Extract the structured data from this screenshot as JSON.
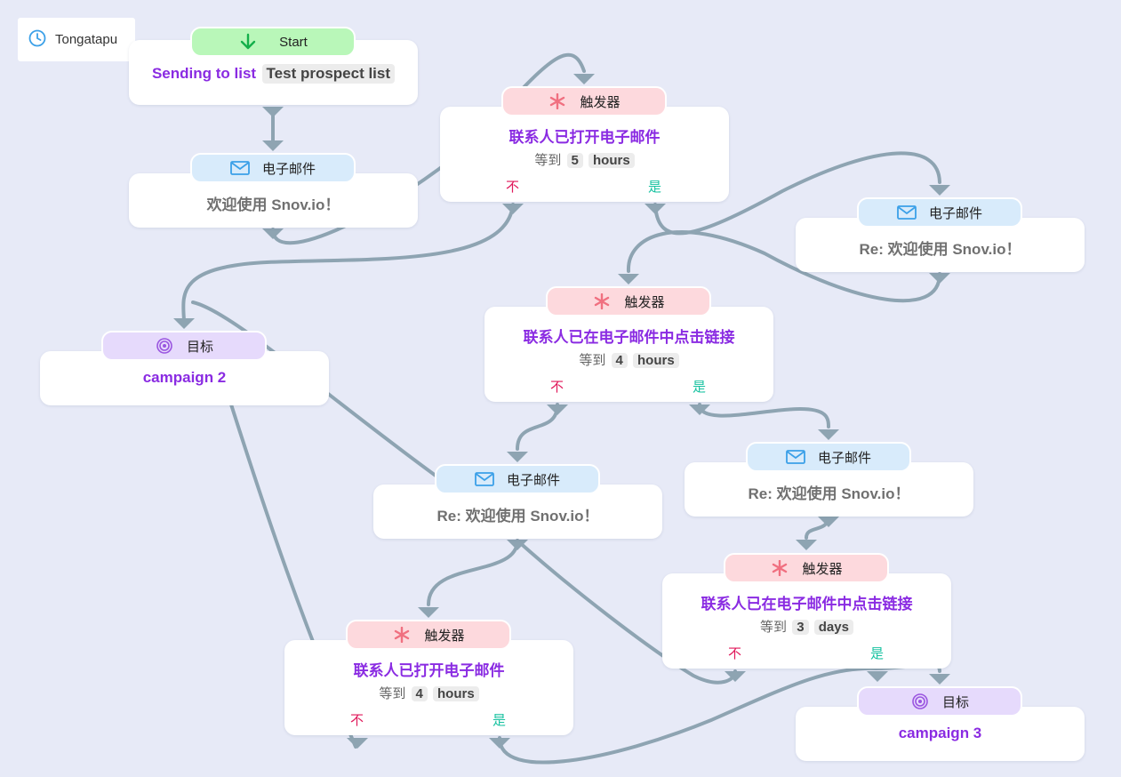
{
  "timezone": "Tongatapu",
  "colors": {
    "background": "#e7eaf7",
    "connector": "#8ea4b2",
    "start_pill": "#b9f7b9",
    "email_pill": "#d8ebfb",
    "trigger_pill": "#fdd9dd",
    "goal_pill": "#e6dafc",
    "accent_purple": "#8a2be2",
    "no_label": "#e0185a",
    "yes_label": "#17c2a0"
  },
  "start": {
    "label": "Start",
    "prefix": "Sending to list",
    "list_name": "Test prospect list"
  },
  "nodes": {
    "email1": {
      "type_label": "电子邮件",
      "subject": "欢迎使用 Snov.io！"
    },
    "trigger1": {
      "type_label": "触发器",
      "condition": "联系人已打开电子邮件",
      "wait_prefix": "等到",
      "wait_value": "5",
      "wait_unit": "hours",
      "no": "不",
      "yes": "是"
    },
    "email2": {
      "type_label": "电子邮件",
      "subject": "Re: 欢迎使用 Snov.io！"
    },
    "goal1": {
      "type_label": "目标",
      "name": "campaign 2"
    },
    "trigger2": {
      "type_label": "触发器",
      "condition": "联系人已在电子邮件中点击链接",
      "wait_prefix": "等到",
      "wait_value": "4",
      "wait_unit": "hours",
      "no": "不",
      "yes": "是"
    },
    "email3": {
      "type_label": "电子邮件",
      "subject": "Re: 欢迎使用 Snov.io！"
    },
    "email4": {
      "type_label": "电子邮件",
      "subject": "Re: 欢迎使用 Snov.io！"
    },
    "trigger3": {
      "type_label": "触发器",
      "condition": "联系人已在电子邮件中点击链接",
      "wait_prefix": "等到",
      "wait_value": "3",
      "wait_unit": "days",
      "no": "不",
      "yes": "是"
    },
    "trigger4": {
      "type_label": "触发器",
      "condition": "联系人已打开电子邮件",
      "wait_prefix": "等到",
      "wait_value": "4",
      "wait_unit": "hours",
      "no": "不",
      "yes": "是"
    },
    "goal2": {
      "type_label": "目标",
      "name": "campaign 3"
    }
  }
}
